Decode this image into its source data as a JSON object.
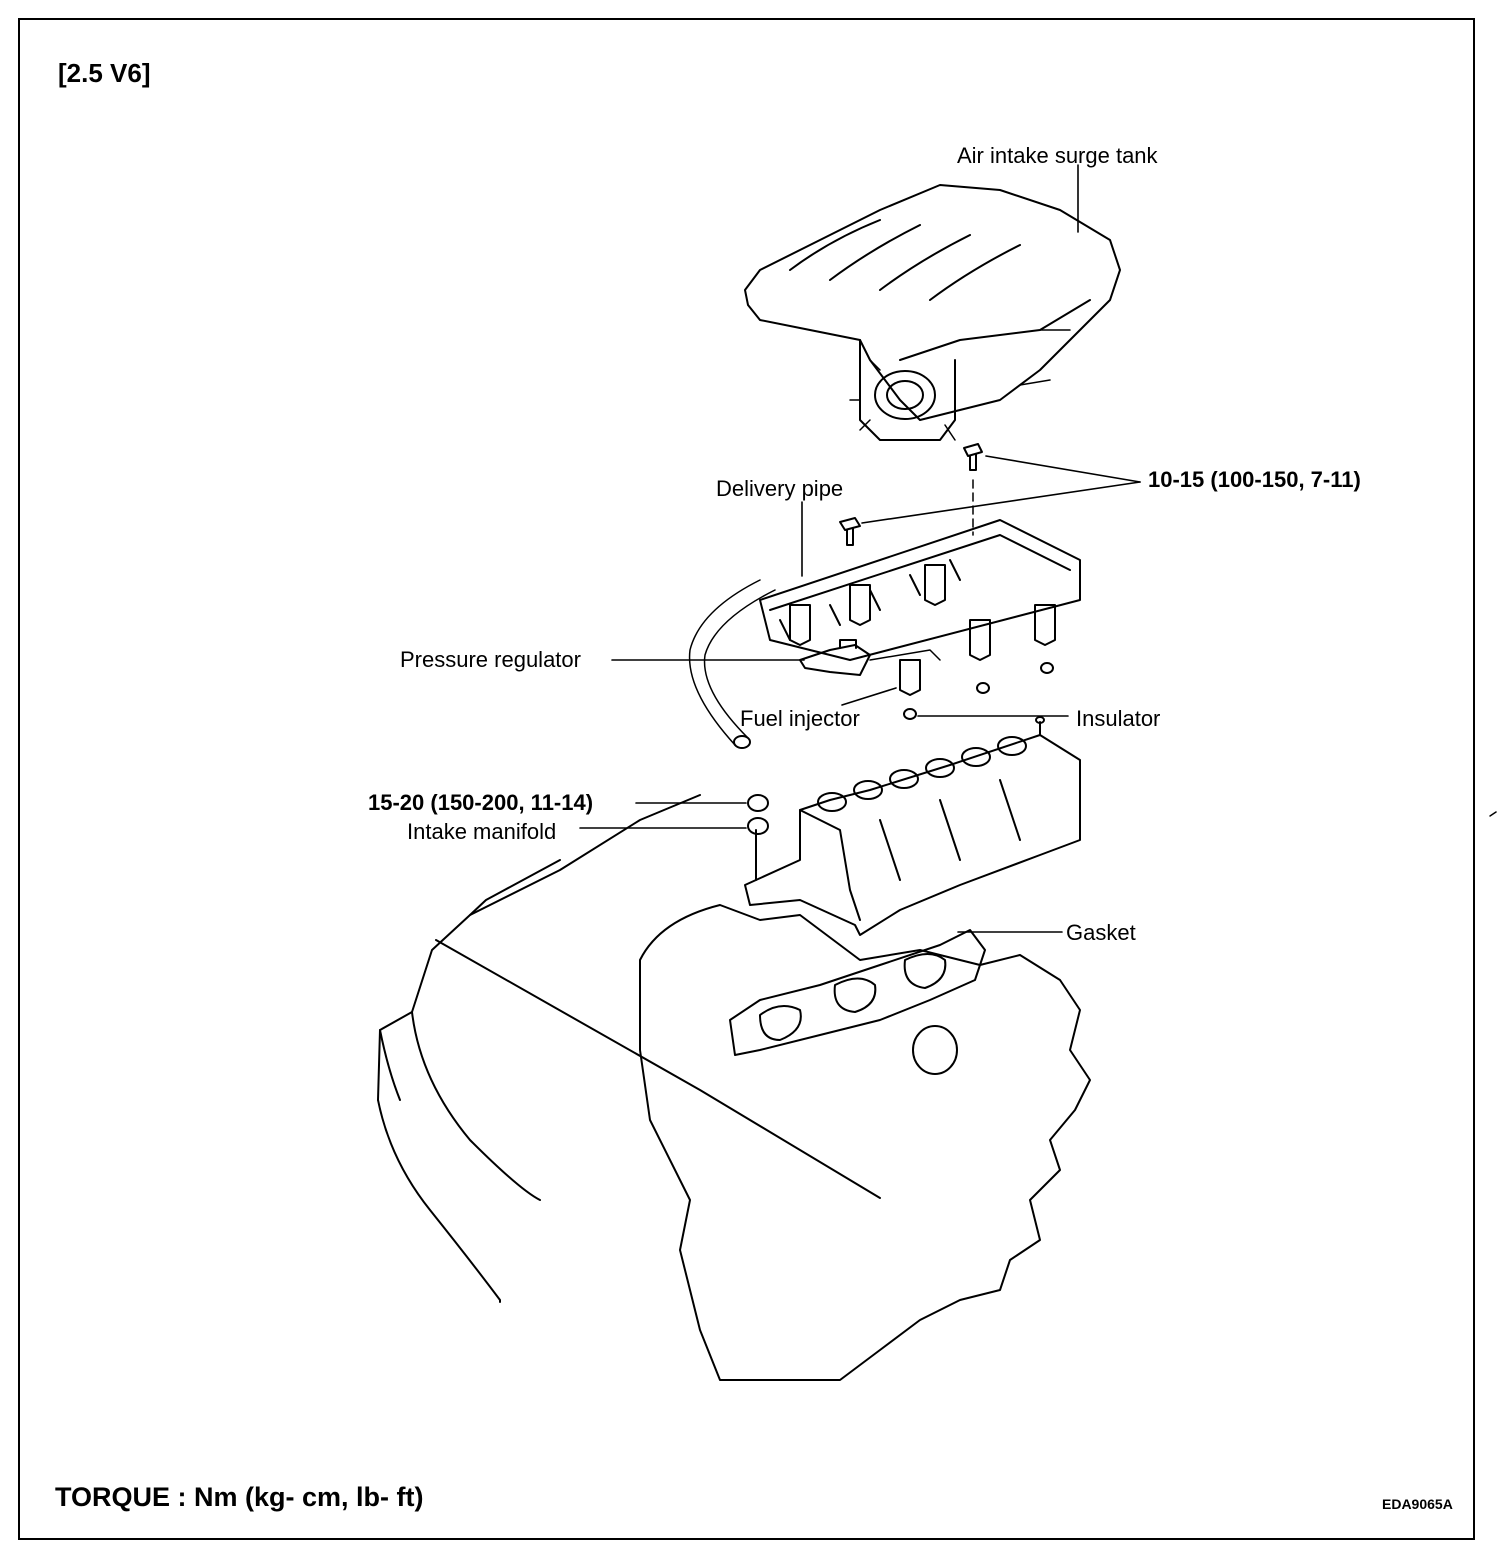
{
  "figure": {
    "title": "[2.5 V6]",
    "footer": "TORQUE : Nm (kg- cm, lb- ft)",
    "code": "EDA9065A"
  },
  "labels": {
    "surge_tank": "Air intake surge tank",
    "torque_upper": "10-15 (100-150, 7-11)",
    "delivery_pipe": "Delivery pipe",
    "pressure_regulator": "Pressure regulator",
    "fuel_injector": "Fuel injector",
    "insulator": "Insulator",
    "torque_lower": "15-20 (150-200, 11-14)",
    "intake_manifold": "Intake manifold",
    "gasket": "Gasket"
  }
}
